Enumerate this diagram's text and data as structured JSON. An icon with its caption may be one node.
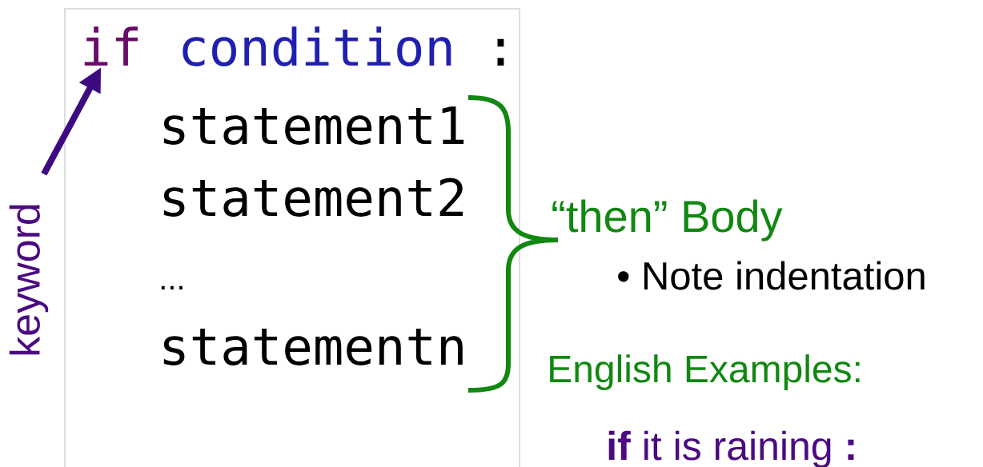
{
  "diagram": {
    "nodes": [
      {
        "text": [],
        "shape": "box"
      },
      {
        "text": [
          "if"
        ],
        "in": 0
      },
      {
        "text": [
          "condition"
        ],
        "in": 0
      },
      {
        "text": [
          ":"
        ],
        "in": 0
      },
      {
        "text": [
          "statement1"
        ],
        "in": 0
      },
      {
        "text": [
          "statement2"
        ],
        "in": 0
      },
      {
        "text": [
          "..."
        ],
        "in": 0
      },
      {
        "text": [
          "statementn"
        ],
        "in": 0
      },
      {
        "text": [
          "keyword"
        ]
      }
    ],
    "edges": [
      {
        "from": 8,
        "to": 1,
        "arrow": "to"
      }
    ],
    "labels": [
      "“then” Body",
      "• Note indentation",
      "English Examples:",
      "**if** it is raining **:**"
    ]
  }
}
